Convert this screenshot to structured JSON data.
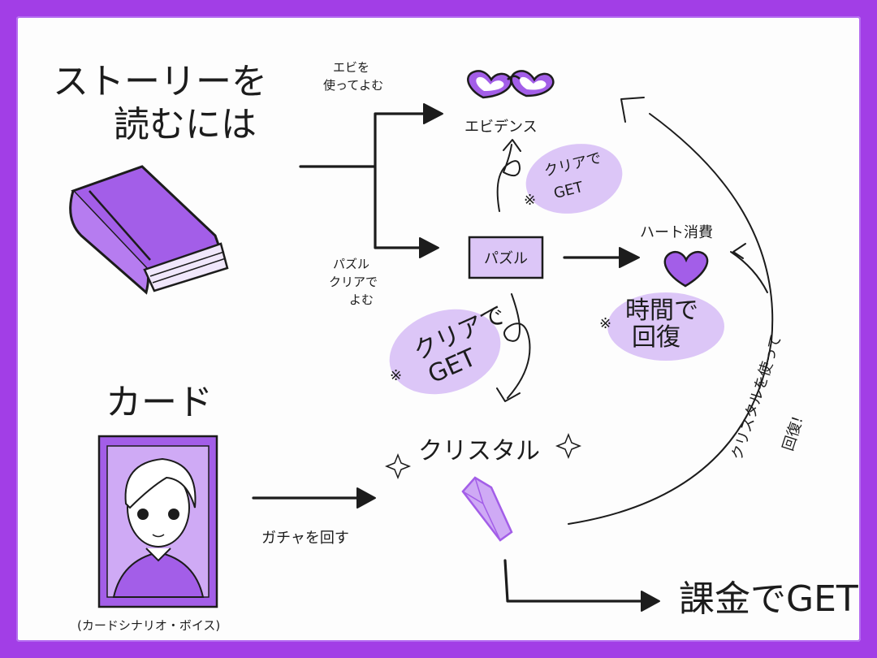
{
  "colors": {
    "border": "#a23ee6",
    "accent": "#a35ee8",
    "blob": "#dcc6f7",
    "light": "#cfaaf5",
    "ink": "#1c1c1c"
  },
  "story": {
    "title_line1": "ストーリーを",
    "title_line2": "読むには"
  },
  "branch_top": {
    "label_line1": "エビを",
    "label_line2": "使ってよむ"
  },
  "branch_bottom": {
    "label_line1": "パズル",
    "label_line2": "クリアで",
    "label_line3": "よむ"
  },
  "evidence": {
    "label": "エビデンス"
  },
  "puzzle": {
    "label": "パズル"
  },
  "heart": {
    "label": "ハート消費"
  },
  "note_clear_get_top": {
    "mark": "※",
    "line1": "クリアで",
    "line2": "GET"
  },
  "note_clear_get_mid": {
    "mark": "※",
    "line1": "クリアで",
    "line2": "GET"
  },
  "note_time_recover": {
    "mark": "※",
    "line1": "時間で",
    "line2": "回復"
  },
  "crystal": {
    "label": "クリスタル"
  },
  "crystal_recover": {
    "line1": "クリスタルを使って",
    "line2": "回復!"
  },
  "card": {
    "title": "カード",
    "caption": "(カードシナリオ・ボイス)"
  },
  "gacha": {
    "label": "ガチャを回す"
  },
  "purchase": {
    "label": "課金でGET"
  }
}
